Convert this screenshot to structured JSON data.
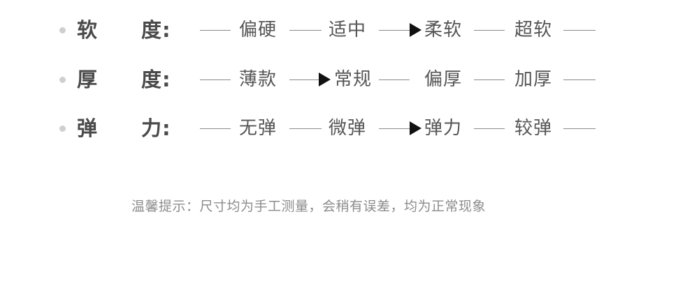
{
  "rows": [
    {
      "label_a": "软",
      "label_b": "度",
      "colon": ":",
      "options": [
        "偏硬",
        "适中",
        "柔软",
        "超软"
      ],
      "selected_index": 2
    },
    {
      "label_a": "厚",
      "label_b": "度",
      "colon": ":",
      "options": [
        "薄款",
        "常规",
        "偏厚",
        "加厚"
      ],
      "selected_index": 1
    },
    {
      "label_a": "弹",
      "label_b": "力",
      "colon": ":",
      "options": [
        "无弹",
        "微弹",
        "弹力",
        "较弹"
      ],
      "selected_index": 2
    }
  ],
  "colors": {
    "bullet": "#cfcfcf",
    "line": "#8a8a8a",
    "arrow": "#111111",
    "label": "#4a4a4a",
    "option": "#555555",
    "tip": "#8c8c8c"
  },
  "icons": {
    "bullet": "bullet-dot-icon",
    "selection": "arrow-right-icon"
  },
  "tip": "温馨提示：尺寸均为手工测量，会稍有误差，均为正常现象"
}
